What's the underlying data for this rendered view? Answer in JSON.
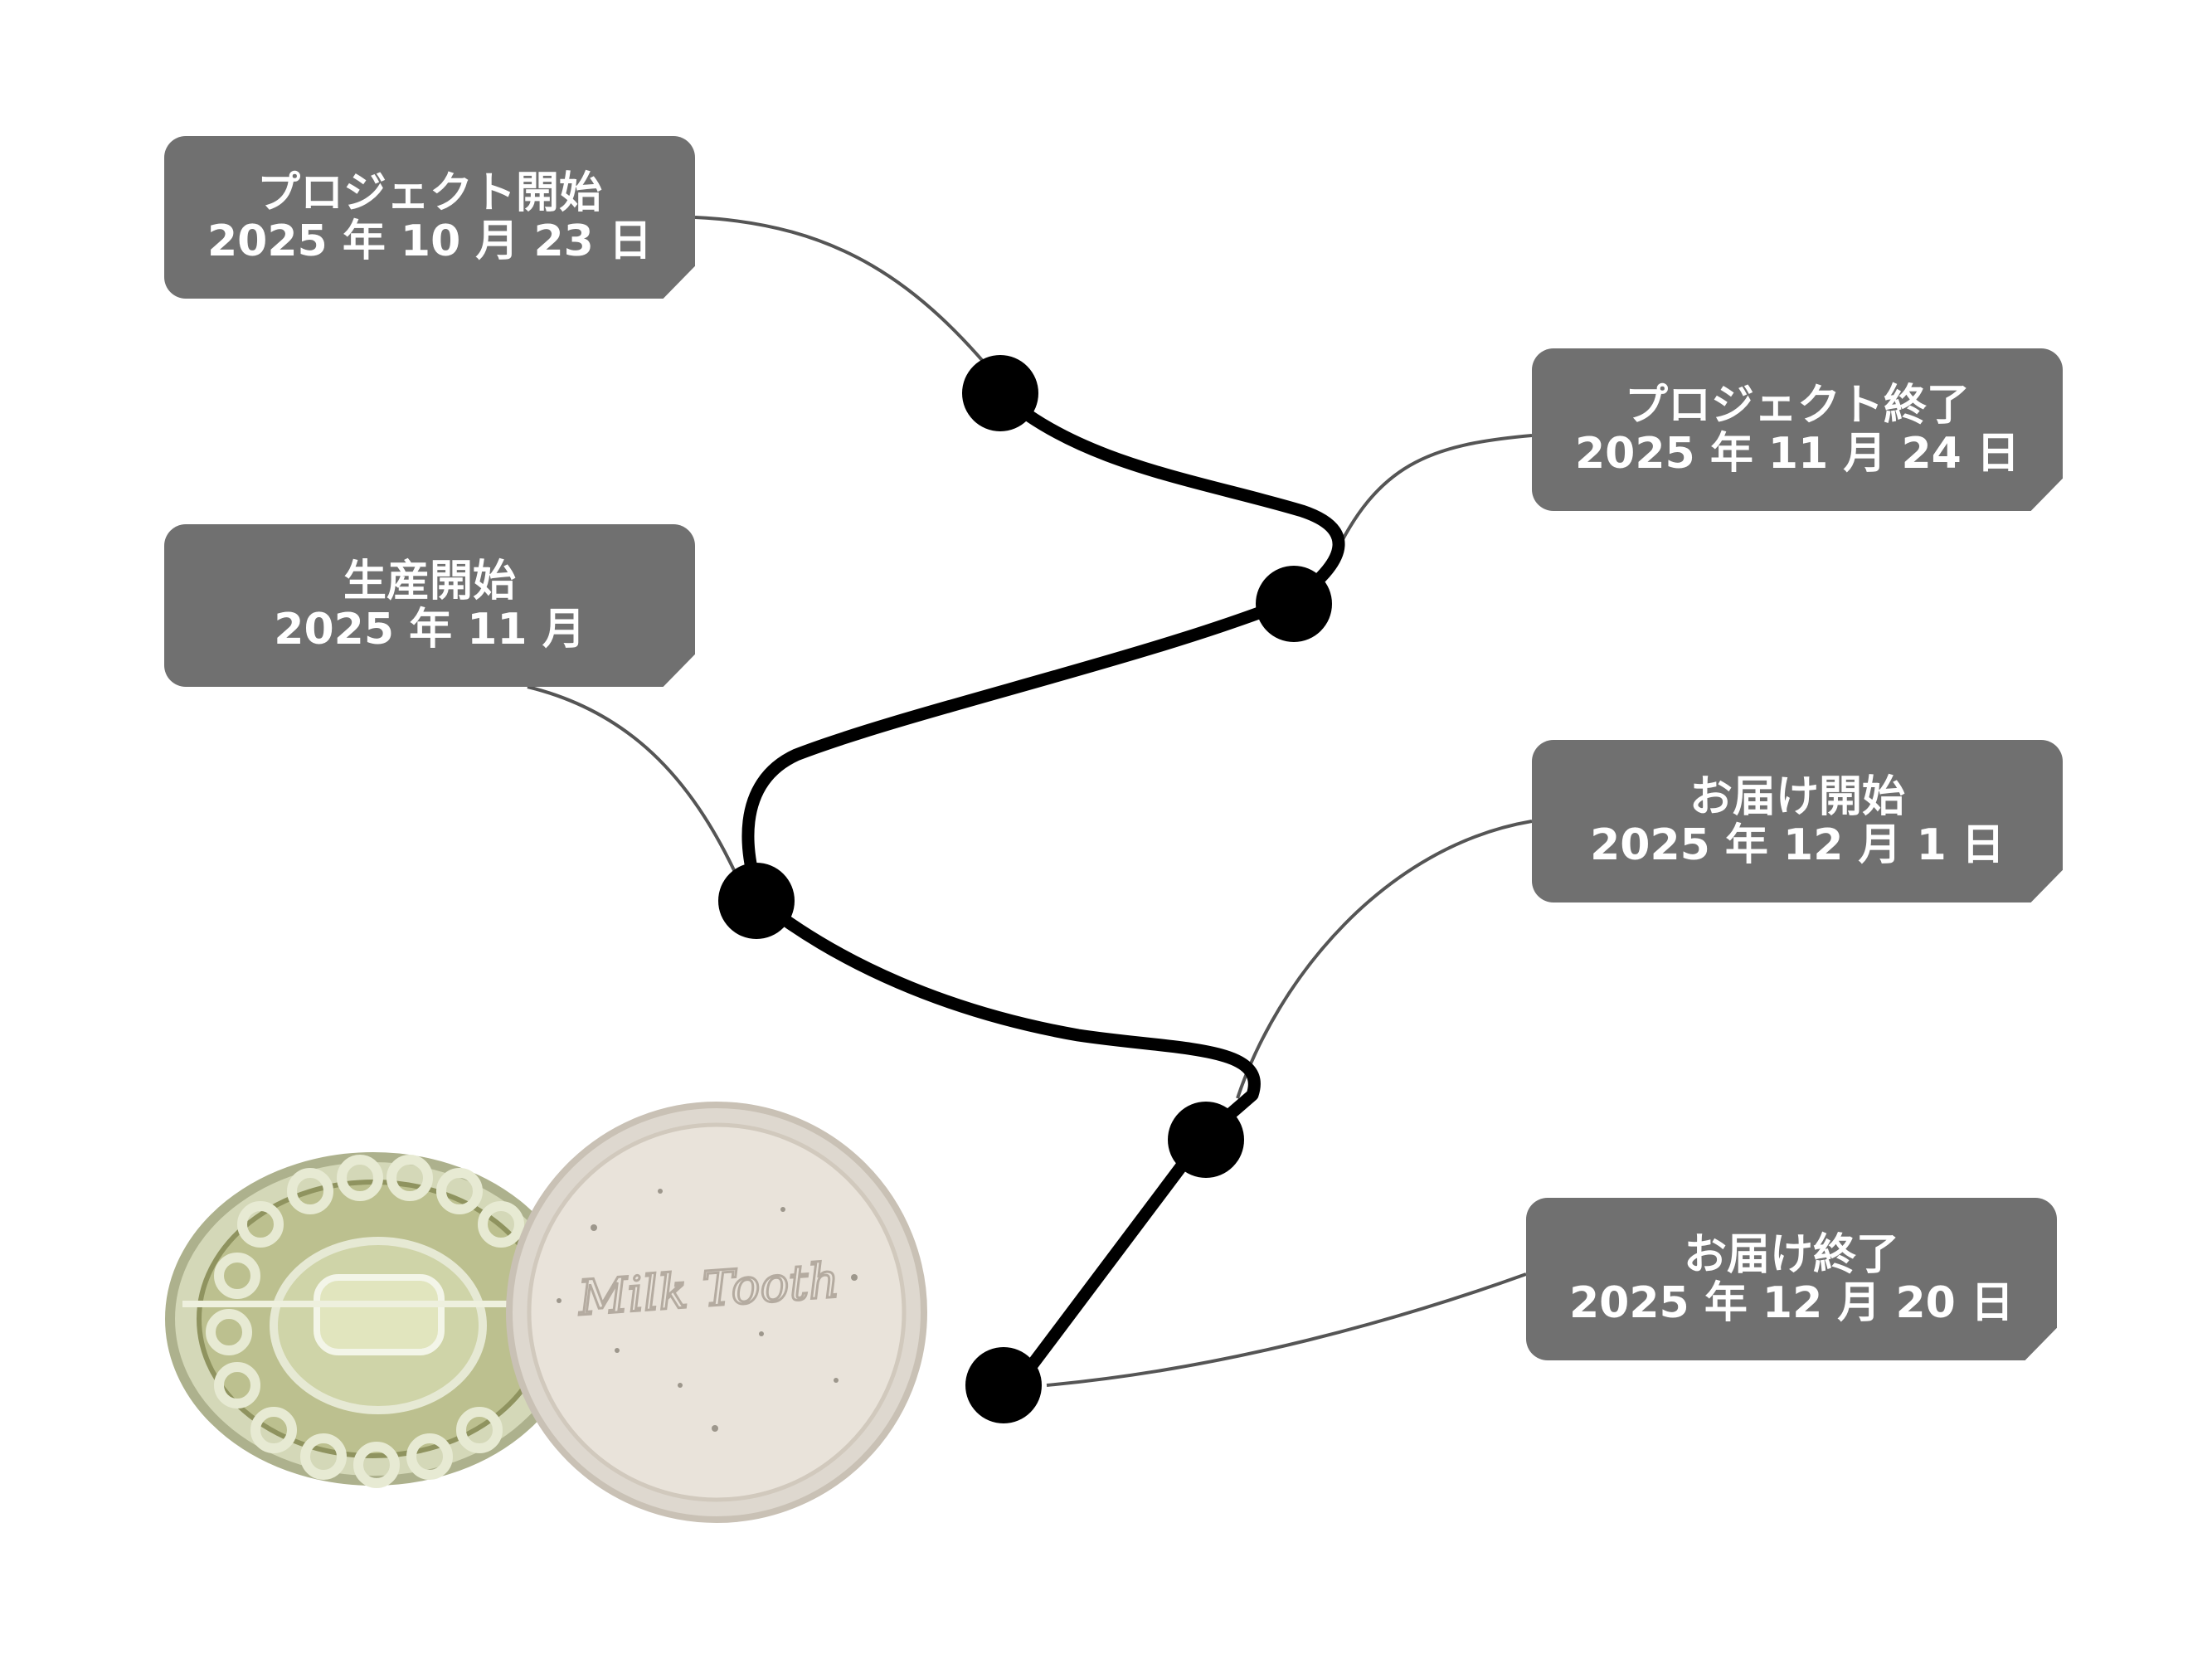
{
  "milestones": [
    {
      "title": "プロジェクト開始",
      "date": "2025 年 10 月 23 日"
    },
    {
      "title": "プロジェクト終了",
      "date": "2025 年 11 月 24 日"
    },
    {
      "title": "生産開始",
      "date": "2025 年 11 月"
    },
    {
      "title": "お届け開始",
      "date": "2025 年 12 月 1 日"
    },
    {
      "title": "お届け終了",
      "date": "2025 年 12 月 20 日"
    }
  ],
  "product": {
    "icon": "milk-tooth-case-icon",
    "lid_text": "Milk Tooth"
  },
  "colors": {
    "label_bg": "#707070",
    "label_text": "#ffffff",
    "path": "#000000",
    "connector": "#555555",
    "case_base": "#cfd3b2",
    "case_lid": "#e7e1d8"
  }
}
